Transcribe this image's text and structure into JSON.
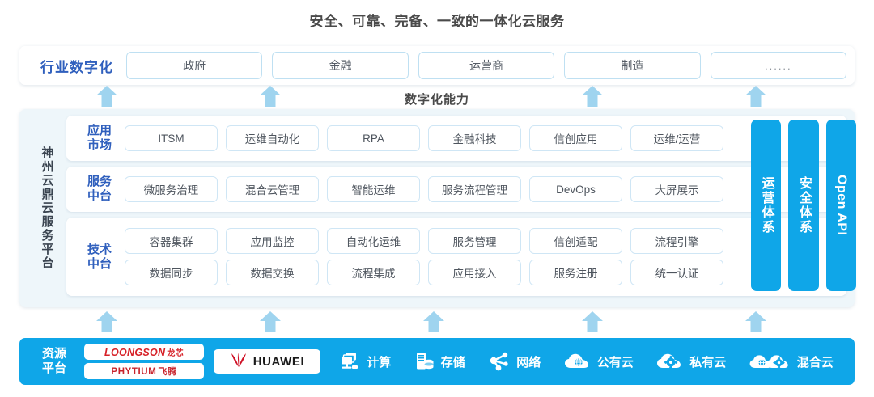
{
  "title": "安全、可靠、完备、一致的一体化云服务",
  "capability_label": "数字化能力",
  "industry": {
    "label": "行业数字化",
    "items": [
      {
        "label": "政府"
      },
      {
        "label": "金融"
      },
      {
        "label": "运营商"
      },
      {
        "label": "制造"
      },
      {
        "label": "......"
      }
    ]
  },
  "platform": {
    "label": "神州云鼎云服务平台",
    "rows": [
      {
        "label_line1": "应用",
        "label_line2": "市场",
        "lines": [
          [
            "ITSM",
            "运维自动化",
            "RPA",
            "金融科技",
            "信创应用",
            "运维/运营"
          ]
        ]
      },
      {
        "label_line1": "服务",
        "label_line2": "中台",
        "lines": [
          [
            "微服务治理",
            "混合云管理",
            "智能运维",
            "服务流程管理",
            "DevOps",
            "大屏展示"
          ]
        ]
      },
      {
        "label_line1": "技术",
        "label_line2": "中台",
        "lines": [
          [
            "容器集群",
            "应用监控",
            "自动化运维",
            "服务管理",
            "信创适配",
            "流程引擎"
          ],
          [
            "数据同步",
            "数据交换",
            "流程集成",
            "应用接入",
            "服务注册",
            "统一认证"
          ]
        ]
      }
    ],
    "vertical_bars": [
      {
        "label": "运营体系",
        "orientation": "cn"
      },
      {
        "label": "安全体系",
        "orientation": "cn"
      },
      {
        "label": "Open API",
        "orientation": "en"
      }
    ]
  },
  "resource": {
    "label_line1": "资源",
    "label_line2": "平台",
    "logos": [
      {
        "name": "loongson",
        "main": "LOONGSON",
        "cn": "龙芯"
      },
      {
        "name": "phytium",
        "main": "PHYTIUM",
        "cn": "飞腾"
      },
      {
        "name": "huawei",
        "main": "HUAWEI",
        "cn": ""
      }
    ],
    "items": [
      {
        "label": "计算",
        "icon": "compute-icon"
      },
      {
        "label": "存储",
        "icon": "storage-icon"
      },
      {
        "label": "网络",
        "icon": "network-icon"
      },
      {
        "label": "公有云",
        "icon": "public-cloud-icon"
      },
      {
        "label": "私有云",
        "icon": "private-cloud-icon"
      },
      {
        "label": "混合云",
        "icon": "hybrid-cloud-icon"
      }
    ]
  },
  "arrows": {
    "top_positions": [
      132,
      334,
      732,
      934
    ],
    "bottom_positions": [
      132,
      334,
      536,
      732,
      934
    ]
  },
  "colors": {
    "accent_blue": "#0fa6e8",
    "arrow_blue": "#9fd4ef",
    "label_blue": "#2f5fbd",
    "panel_tint": "#eef6fa",
    "pill_border": "#cfe6f5",
    "title_gray": "#4a4a4a",
    "loongson_red": "#d62027",
    "huawei_red": "#cf1126"
  }
}
